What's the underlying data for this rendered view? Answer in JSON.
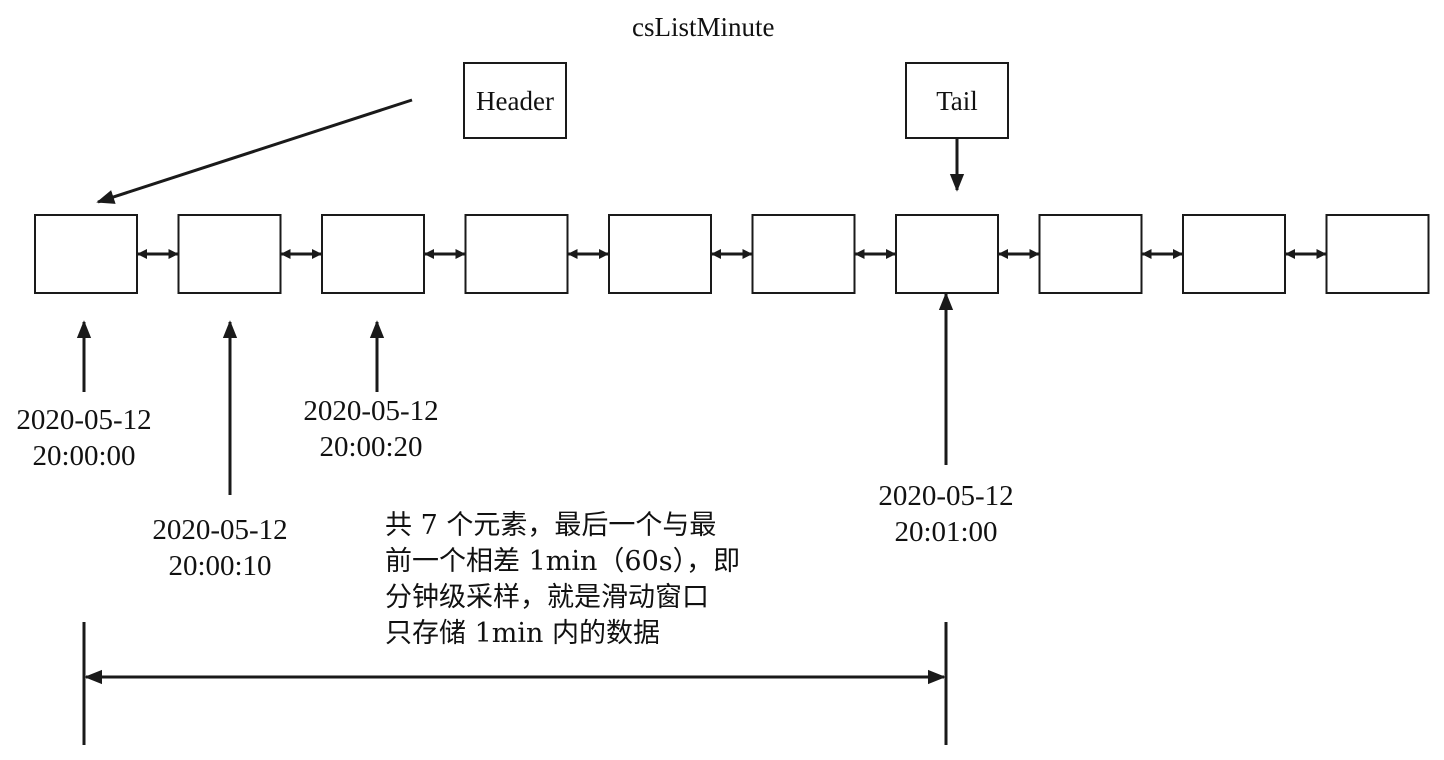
{
  "title": "csListMinute",
  "header_label": "Header",
  "tail_label": "Tail",
  "node_count": 10,
  "timestamps": [
    {
      "date": "2020-05-12",
      "time": "20:00:00"
    },
    {
      "date": "2020-05-12",
      "time": "20:00:10"
    },
    {
      "date": "2020-05-12",
      "time": "20:00:20"
    },
    {
      "date": "2020-05-12",
      "time": "20:01:00"
    }
  ],
  "note_lines": [
    "共 7 个元素，最后一个与最",
    "前一个相差 1min（60s），即",
    "分钟级采样，就是滑动窗口",
    "只存储 1min 内的数据"
  ],
  "colors": {
    "stroke": "#1a1a1a",
    "text": "#111111",
    "background": "#ffffff"
  }
}
